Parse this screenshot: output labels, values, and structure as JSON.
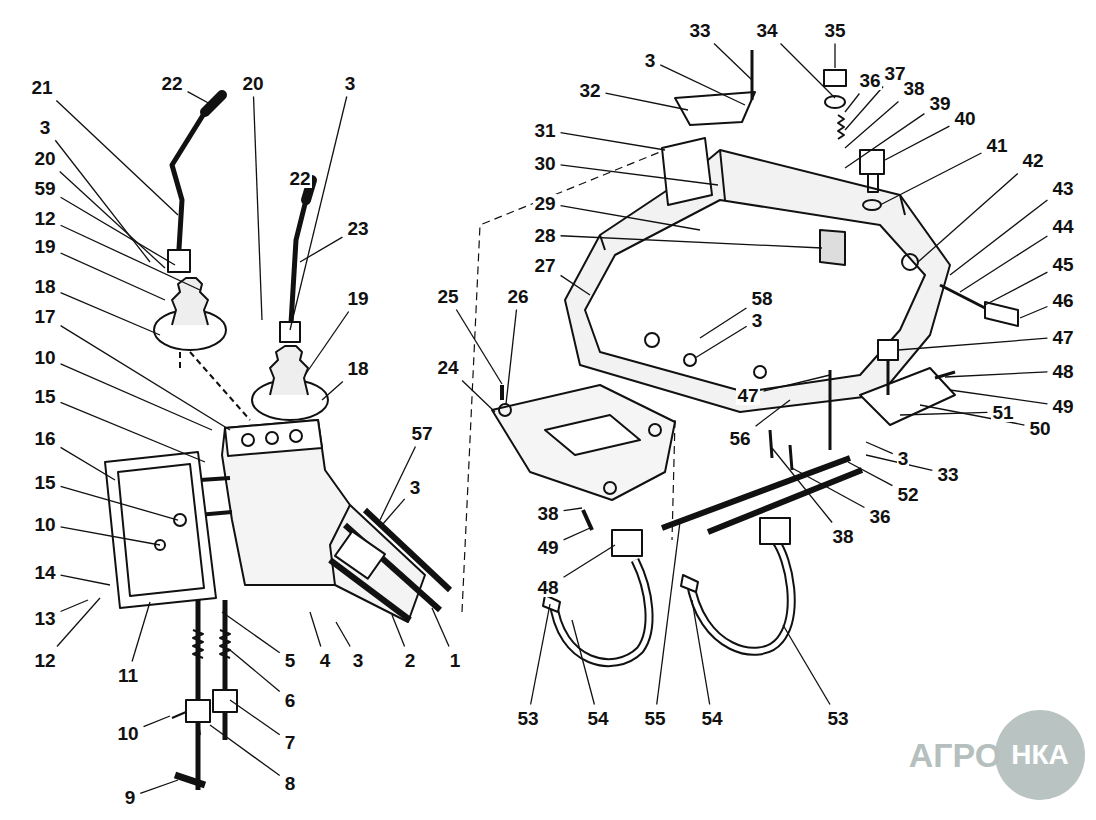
{
  "diagram": {
    "labels": [
      "21",
      "22",
      "20",
      "3",
      "3",
      "20",
      "59",
      "12",
      "19",
      "18",
      "17",
      "10",
      "15",
      "16",
      "22",
      "23",
      "19",
      "18",
      "57",
      "3",
      "15",
      "10",
      "14",
      "13",
      "12",
      "11",
      "5",
      "6",
      "7",
      "8",
      "10",
      "9",
      "4",
      "3",
      "2",
      "1",
      "33",
      "34",
      "35",
      "3",
      "32",
      "36",
      "37",
      "38",
      "39",
      "40",
      "31",
      "30",
      "41",
      "42",
      "29",
      "28",
      "43",
      "44",
      "27",
      "45",
      "46",
      "25",
      "26",
      "58",
      "3",
      "47",
      "24",
      "48",
      "49",
      "50",
      "51",
      "33",
      "3",
      "52",
      "36",
      "38",
      "47",
      "56",
      "38",
      "49",
      "48",
      "53",
      "54",
      "55",
      "54",
      "53",
      "АГРО",
      "НКА"
    ]
  }
}
